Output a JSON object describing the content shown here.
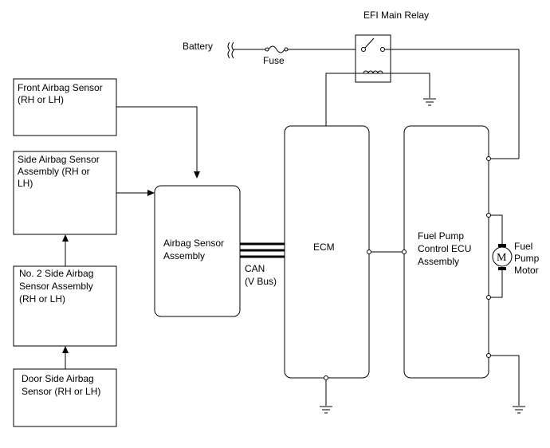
{
  "labels": {
    "relay": "EFI Main Relay",
    "battery": "Battery",
    "fuse": "Fuse",
    "front_sensor": [
      "Front Airbag Sensor",
      "(RH or LH)"
    ],
    "side_sensor": [
      "Side Airbag Sensor",
      "Assembly (RH or",
      "LH)"
    ],
    "no2_sensor": [
      "No. 2 Side Airbag",
      "Sensor Assembly",
      "(RH or LH)"
    ],
    "door_sensor": [
      "Door Side Airbag",
      "Sensor (RH or LH)"
    ],
    "airbag_assembly": [
      "Airbag Sensor",
      "Assembly"
    ],
    "can_bus": [
      "CAN",
      "(V Bus)"
    ],
    "ecm": "ECM",
    "fuel_pump_ecu": [
      "Fuel Pump",
      "Control ECU",
      "Assembly"
    ],
    "motor_symbol": "M",
    "fuel_pump_motor": [
      "Fuel",
      "Pump",
      "Motor"
    ]
  }
}
